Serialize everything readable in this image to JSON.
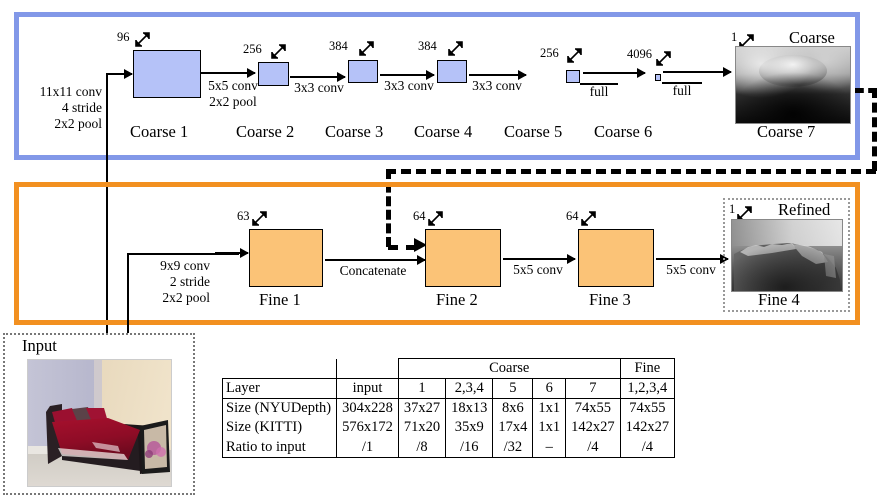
{
  "figure": {
    "coarse_network": {
      "label": "Coarse",
      "output_title": "Coarse",
      "stages": [
        {
          "name": "Coarse 1",
          "channels": "96"
        },
        {
          "name": "Coarse 2",
          "channels": "256"
        },
        {
          "name": "Coarse 3",
          "channels": "384"
        },
        {
          "name": "Coarse 4",
          "channels": "384"
        },
        {
          "name": "Coarse 5",
          "channels": "256"
        },
        {
          "name": "Coarse 6",
          "channels": "4096"
        },
        {
          "name": "Coarse 7",
          "channels": "1"
        }
      ],
      "operations": [
        {
          "id": "input-to-coarse1",
          "lines": [
            "11x11 conv",
            "4 stride",
            "2x2 pool"
          ]
        },
        {
          "id": "coarse1-to-coarse2",
          "lines": [
            "5x5 conv",
            "2x2 pool"
          ]
        },
        {
          "id": "coarse2-to-coarse3",
          "lines": [
            "3x3 conv"
          ]
        },
        {
          "id": "coarse3-to-coarse4",
          "lines": [
            "3x3 conv"
          ]
        },
        {
          "id": "coarse4-to-coarse5",
          "lines": [
            "3x3 conv"
          ]
        },
        {
          "id": "coarse5-to-coarse6",
          "lines": [
            "full"
          ]
        },
        {
          "id": "coarse6-to-coarse7",
          "lines": [
            "full"
          ]
        }
      ]
    },
    "fine_network": {
      "label": "Fine",
      "output_title": "Refined",
      "stages": [
        {
          "name": "Fine 1",
          "channels": "63"
        },
        {
          "name": "Fine 2",
          "channels": "64"
        },
        {
          "name": "Fine 3",
          "channels": "64"
        },
        {
          "name": "Fine 4",
          "channels": "1"
        }
      ],
      "operations": [
        {
          "id": "input-to-fine1",
          "lines": [
            "9x9 conv",
            "2 stride",
            "2x2 pool"
          ]
        },
        {
          "id": "fine1-to-fine2",
          "lines": [
            "Concatenate"
          ]
        },
        {
          "id": "fine2-to-fine3",
          "lines": [
            "5x5 conv"
          ]
        },
        {
          "id": "fine3-to-fine4",
          "lines": [
            "5x5 conv"
          ]
        }
      ]
    },
    "input_panel": {
      "label": "Input"
    },
    "colors": {
      "coarse_border": "#8298e8",
      "coarse_fill": "#b5c2f8",
      "fine_border": "#f29020",
      "fine_fill": "#fbc377"
    }
  },
  "table": {
    "group_headers": {
      "blank": "",
      "input": "",
      "coarse": "Coarse",
      "fine": "Fine"
    },
    "columns": [
      "Layer",
      "input",
      "1",
      "2,3,4",
      "5",
      "6",
      "7",
      "1,2,3,4"
    ],
    "rows": [
      {
        "label": "Size (NYUDepth)",
        "cells": [
          "304x228",
          "37x27",
          "18x13",
          "8x6",
          "1x1",
          "74x55",
          "74x55"
        ]
      },
      {
        "label": "Size (KITTI)",
        "cells": [
          "576x172",
          "71x20",
          "35x9",
          "17x4",
          "1x1",
          "142x27",
          "142x27"
        ]
      },
      {
        "label": "Ratio to input",
        "cells": [
          "/1",
          "/8",
          "/16",
          "/32",
          "–",
          "/4",
          "/4"
        ]
      }
    ]
  }
}
